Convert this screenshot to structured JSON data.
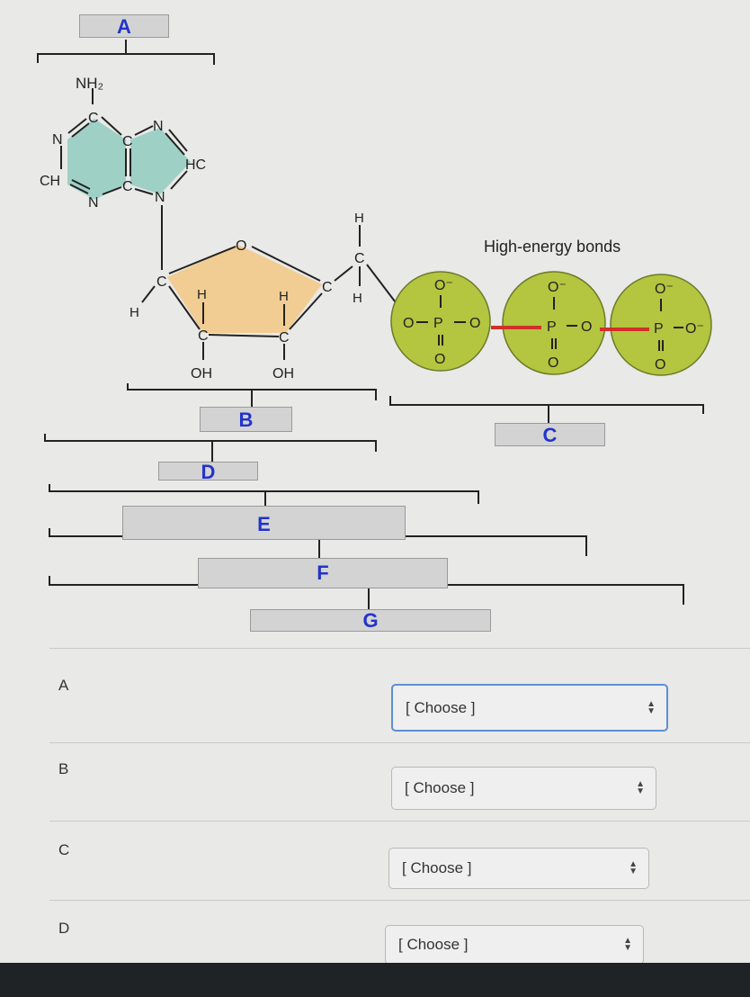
{
  "diagram": {
    "title_high_energy": "High-energy bonds",
    "s": {
      "NH2": "NH₂",
      "C": "C",
      "N": "N",
      "HC": "HC",
      "CH": "CH",
      "O": "O",
      "H": "H",
      "OH": "OH",
      "Ominus": "O⁻",
      "P": "P"
    },
    "labels": {
      "A": "A",
      "B": "B",
      "C": "C",
      "D": "D",
      "E": "E",
      "F": "F",
      "G": "G"
    },
    "colors": {
      "adenine": "#9fd0c6",
      "ribose": "#f1cd94",
      "phosphate": "#b4c53f",
      "bond": "#d0302a",
      "label": "#2233cc"
    }
  },
  "questions": [
    {
      "label": "A",
      "select": "[ Choose ]"
    },
    {
      "label": "B",
      "select": "[ Choose ]"
    },
    {
      "label": "C",
      "select": "[ Choose ]"
    },
    {
      "label": "D",
      "select": "[ Choose ]"
    }
  ]
}
